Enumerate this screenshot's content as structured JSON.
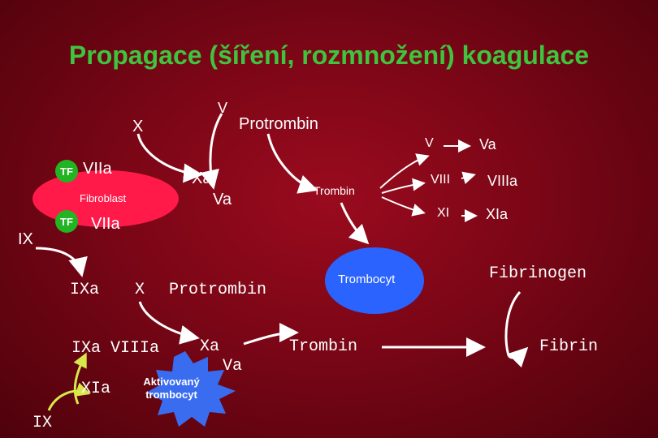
{
  "title": "Propagace (šíření, rozmnožení) koagulace",
  "colors": {
    "background": "#7a0616",
    "title": "#3fc43f",
    "tf": "#22b422",
    "fibroblast": "#ff1a4a",
    "trombocyt": "#2b63ff",
    "activated_platelet": "#3a6cf0",
    "arrow": "#ffffff"
  },
  "top": {
    "x": "X",
    "v": "V",
    "protrombin": "Protrombin",
    "tf": "TF",
    "viia": "VIIa",
    "fibroblast": "Fibroblast",
    "xa": "Xa",
    "va": "Va",
    "ix": "IX",
    "tf2": "TF",
    "viia2": "VIIa",
    "trombin": "Trombin"
  },
  "right": {
    "v": "V",
    "va": "Va",
    "viii": "VIII",
    "viiia": "VIIIa",
    "xi": "XI",
    "xia": "XIa",
    "trombocyt": "Trombocyt",
    "fibrinogen": "Fibrinogen",
    "fibrin": "Fibrin"
  },
  "bottom": {
    "ixa": "IXa",
    "x": "X",
    "protrombin": "Protrombin",
    "ixa_viiia": "IXa VIIIa",
    "xa": "Xa",
    "va": "Va",
    "trombin": "Trombin",
    "ix": "IX",
    "xia": "XIa",
    "aktivovany_trombocyt": "Aktivovaný\ntrombocyt"
  }
}
